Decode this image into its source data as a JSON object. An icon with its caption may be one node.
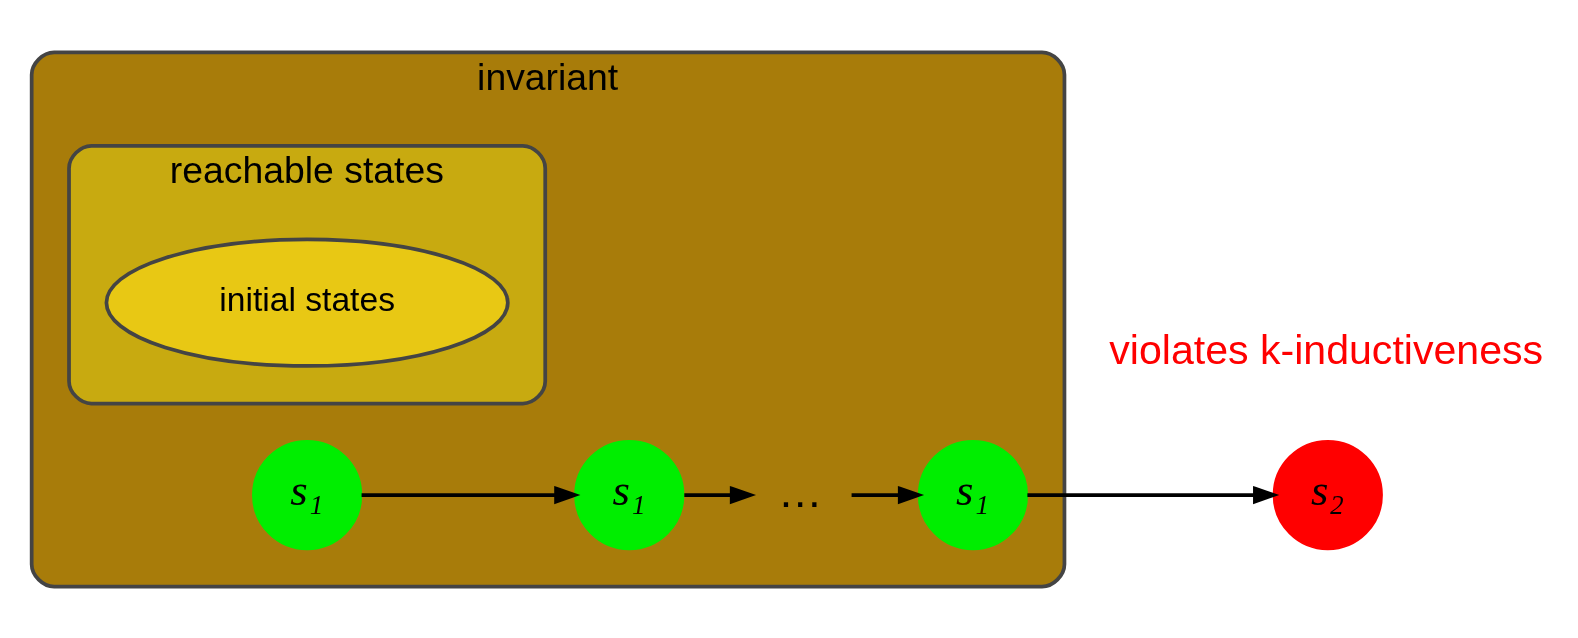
{
  "diagram": {
    "nodes": [
      {
        "text": [
          "invariant"
        ]
      },
      {
        "text": [
          "reachable states"
        ],
        "in": 0
      },
      {
        "text": [
          "initial states"
        ],
        "in": 1
      },
      {
        "text": [
          "s₁"
        ],
        "in": 0
      },
      {
        "text": [
          "s₁"
        ],
        "in": 0
      },
      {
        "text": [
          "…"
        ],
        "in": 0
      },
      {
        "text": [
          "s₁"
        ],
        "in": 0
      },
      {
        "text": [
          "s₂"
        ]
      }
    ],
    "edges": [
      {
        "from": 3,
        "to": 4,
        "arrow": "to"
      },
      {
        "from": 4,
        "to": 5,
        "arrow": "to"
      },
      {
        "from": 5,
        "to": 6,
        "arrow": "to"
      },
      {
        "from": 6,
        "to": 7,
        "arrow": "to"
      }
    ],
    "labels": [
      "violates k-inductiveness"
    ]
  }
}
